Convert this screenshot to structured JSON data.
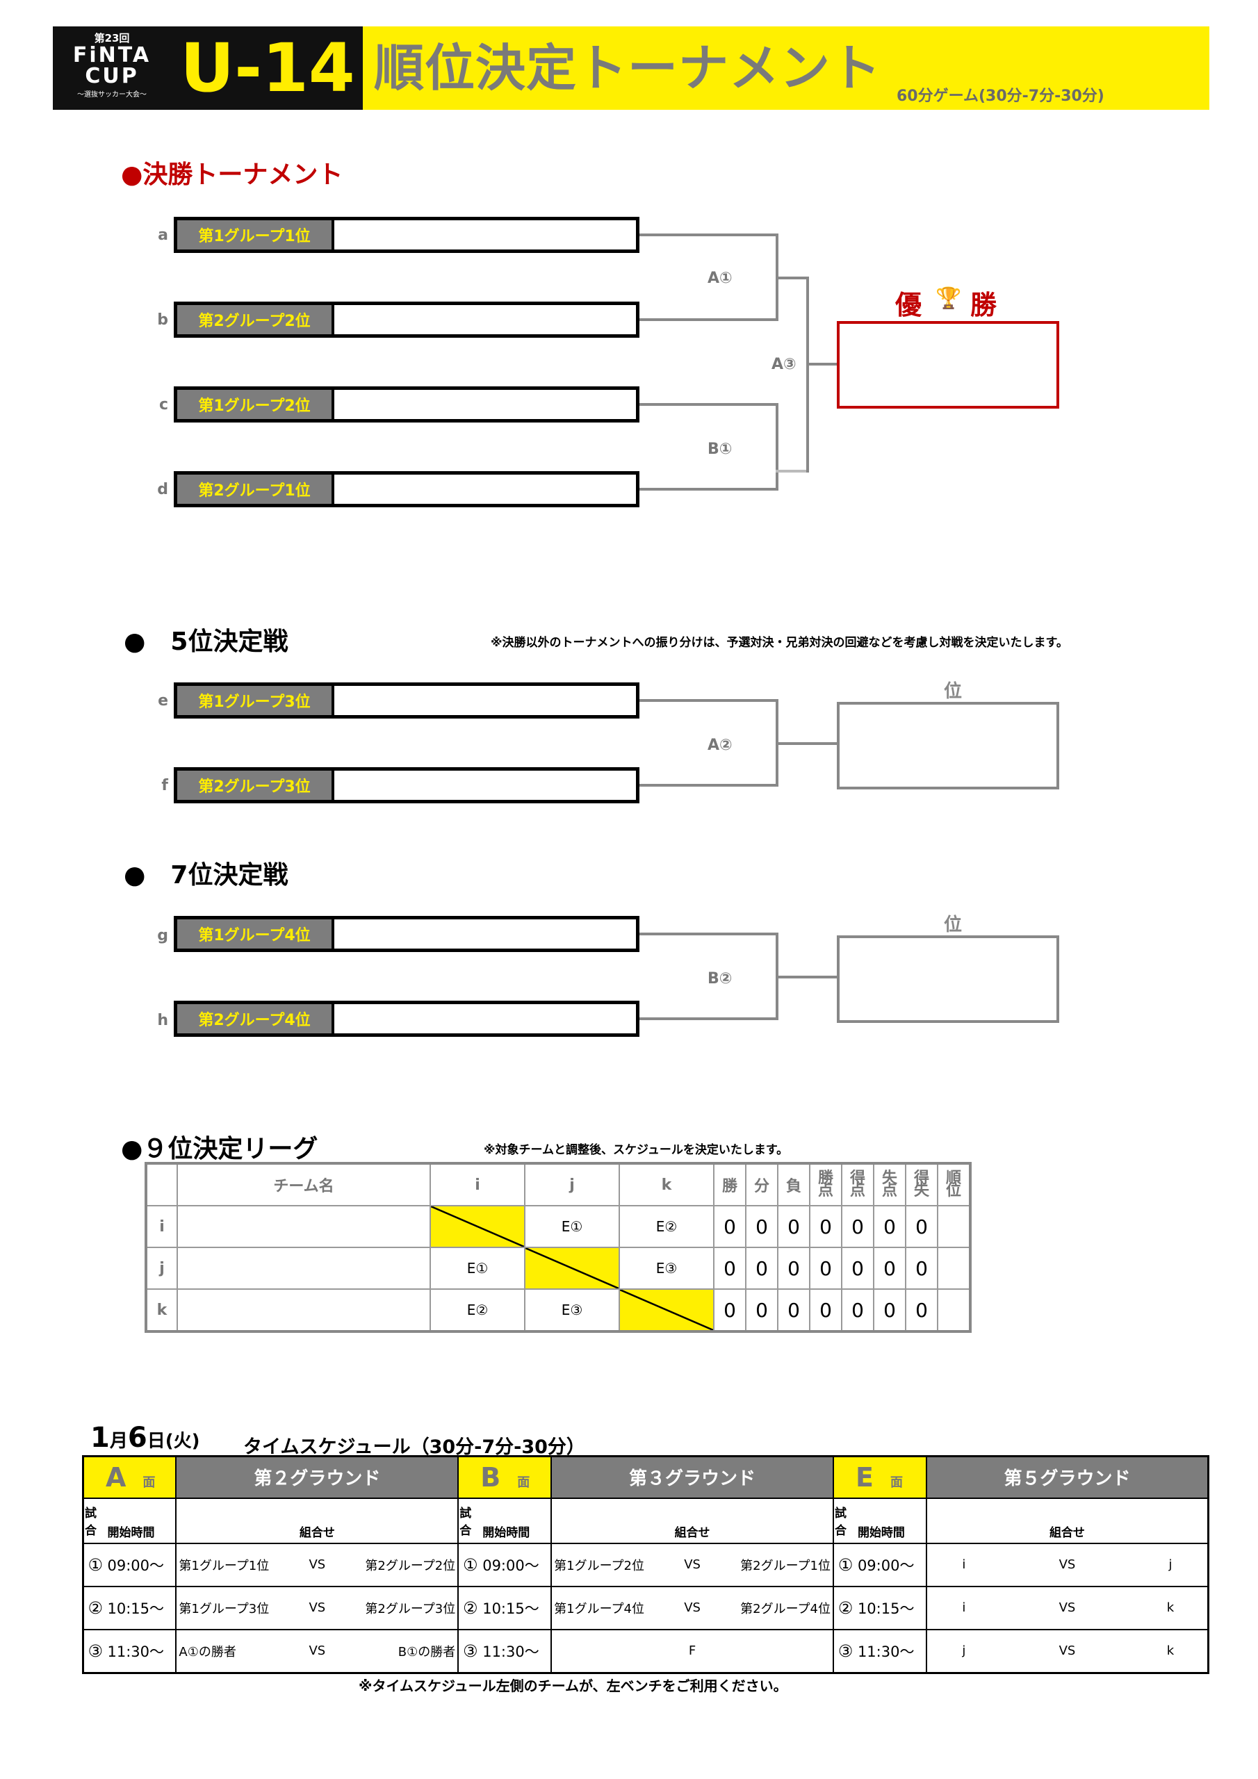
{
  "header": {
    "logo_edition": "第23回",
    "logo_name_1": "FiNTA",
    "logo_name_2": "CUP",
    "logo_sub": "〜選抜サッカー大会〜",
    "category": "U-14",
    "title": "順位決定トーナメント",
    "game_format": "60分ゲーム(30分-7分-30分)"
  },
  "final": {
    "title": "●決勝トーナメント",
    "slots": [
      {
        "letter": "a",
        "label": "第1グループ1位"
      },
      {
        "letter": "b",
        "label": "第2グループ2位"
      },
      {
        "letter": "c",
        "label": "第1グループ2位"
      },
      {
        "letter": "d",
        "label": "第2グループ1位"
      }
    ],
    "match_a1": "A①",
    "match_b1": "B①",
    "match_a3": "A③",
    "winner_label": "優",
    "winner_label_2": "勝",
    "trophy_icon": "🏆"
  },
  "fifth": {
    "title": "●　5位決定戦",
    "note": "※決勝以外のトーナメントへの振り分けは、予選対決・兄弟対決の回避などを考慮し対戦を決定いたします。",
    "slots": [
      {
        "letter": "e",
        "label": "第1グループ3位"
      },
      {
        "letter": "f",
        "label": "第2グループ3位"
      }
    ],
    "match": "A②",
    "rank_label": "位"
  },
  "seventh": {
    "title": "●　7位決定戦",
    "slots": [
      {
        "letter": "g",
        "label": "第1グループ4位"
      },
      {
        "letter": "h",
        "label": "第2グループ4位"
      }
    ],
    "match": "B②",
    "rank_label": "位"
  },
  "ninth": {
    "title": "●９位決定リーグ",
    "note": "※対象チームと調整後、スケジュールを決定いたします。",
    "headers": {
      "team": "チーム名",
      "i": "i",
      "j": "j",
      "k": "k",
      "win": "勝",
      "draw": "分",
      "loss": "負",
      "pts": "勝\n点",
      "gf": "得\n点",
      "ga": "失\n点",
      "gd": "得\n失",
      "rank": "順\n位"
    },
    "rows": [
      {
        "label": "i",
        "vs_i": "",
        "vs_j": "E①",
        "vs_k": "E②",
        "stats": [
          "0",
          "0",
          "0",
          "0",
          "0",
          "0",
          "0"
        ]
      },
      {
        "label": "j",
        "vs_i": "E①",
        "vs_j": "",
        "vs_k": "E③",
        "stats": [
          "0",
          "0",
          "0",
          "0",
          "0",
          "0",
          "0"
        ]
      },
      {
        "label": "k",
        "vs_i": "E②",
        "vs_j": "E③",
        "vs_k": "",
        "stats": [
          "0",
          "0",
          "0",
          "0",
          "0",
          "0",
          "0"
        ]
      }
    ]
  },
  "schedule": {
    "date_month": "1",
    "date_m_unit": "月",
    "date_day": "6",
    "date_d_unit": "日(火)",
    "title": "タイムスケジュール（30分-7分-30分）",
    "courts": [
      {
        "letter": "A",
        "suffix": "面",
        "ground": "第２グラウンド"
      },
      {
        "letter": "B",
        "suffix": "面",
        "ground": "第３グラウンド"
      },
      {
        "letter": "E",
        "suffix": "面",
        "ground": "第５グラウンド"
      }
    ],
    "col_match": "試\n合",
    "col_time": "開始時間",
    "col_combo": "組合せ",
    "rows": [
      [
        {
          "no": "①",
          "time": "09:00〜",
          "home": "第1グループ1位",
          "vs": "VS",
          "away": "第2グループ2位"
        },
        {
          "no": "①",
          "time": "09:00〜",
          "home": "第1グループ2位",
          "vs": "VS",
          "away": "第2グループ1位"
        },
        {
          "no": "①",
          "time": "09:00〜",
          "home": "i",
          "vs": "VS",
          "away": "j"
        }
      ],
      [
        {
          "no": "②",
          "time": "10:15〜",
          "home": "第1グループ3位",
          "vs": "VS",
          "away": "第2グループ3位"
        },
        {
          "no": "②",
          "time": "10:15〜",
          "home": "第1グループ4位",
          "vs": "VS",
          "away": "第2グループ4位"
        },
        {
          "no": "②",
          "time": "10:15〜",
          "home": "i",
          "vs": "VS",
          "away": "k"
        }
      ],
      [
        {
          "no": "③",
          "time": "11:30〜",
          "home": "A①の勝者",
          "vs": "VS",
          "away": "B①の勝者"
        },
        {
          "no": "③",
          "time": "11:30〜",
          "home": "",
          "vs": "F",
          "away": ""
        },
        {
          "no": "③",
          "time": "11:30〜",
          "home": "j",
          "vs": "VS",
          "away": "k"
        }
      ]
    ],
    "footnote": "※タイムスケジュール左側のチームが、左ベンチをご利用ください。"
  },
  "colors": {
    "accent_yellow": "#fff000",
    "winner_red": "#c00000",
    "label_gray": "#7d7d7d"
  }
}
